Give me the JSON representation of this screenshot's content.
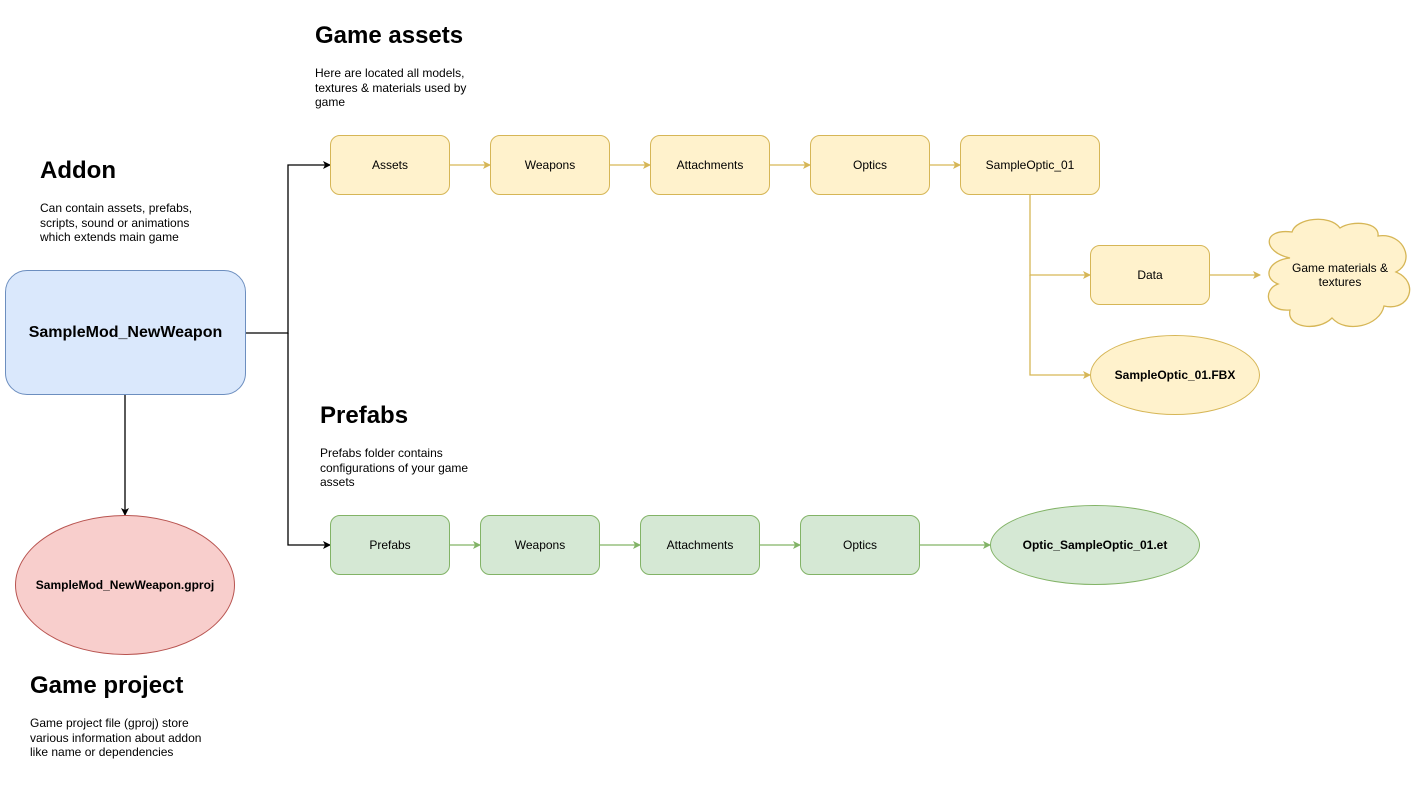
{
  "sections": {
    "addon": {
      "title": "Addon",
      "description": "Can contain assets, prefabs, scripts, sound or animations which extends main game"
    },
    "game_assets": {
      "title": "Game assets",
      "description": "Here are located all models, textures & materials used by game"
    },
    "prefabs": {
      "title": "Prefabs",
      "description": "Prefabs folder contains configurations of your game assets"
    },
    "game_project": {
      "title": "Game project",
      "description": "Game project file (gproj) store various information about addon like name or dependencies"
    }
  },
  "nodes": {
    "addon_root": "SampleMod_NewWeapon",
    "gproj_file": "SampleMod_NewWeapon.gproj",
    "assets_chain": [
      "Assets",
      "Weapons",
      "Attachments",
      "Optics",
      "SampleOptic_01"
    ],
    "assets_data": "Data",
    "assets_cloud": "Game materials & textures",
    "assets_fbx": "SampleOptic_01.FBX",
    "prefabs_chain": [
      "Prefabs",
      "Weapons",
      "Attachments",
      "Optics"
    ],
    "prefab_file": "Optic_SampleOptic_01.et"
  },
  "colors": {
    "assets_fill": "#fff2cc",
    "assets_stroke": "#d6b656",
    "prefabs_fill": "#d5e8d4",
    "prefabs_stroke": "#82b366",
    "addon_fill": "#dae8fc",
    "addon_stroke": "#6c8ebf",
    "gproj_fill": "#f8cecc",
    "gproj_stroke": "#b85450"
  }
}
